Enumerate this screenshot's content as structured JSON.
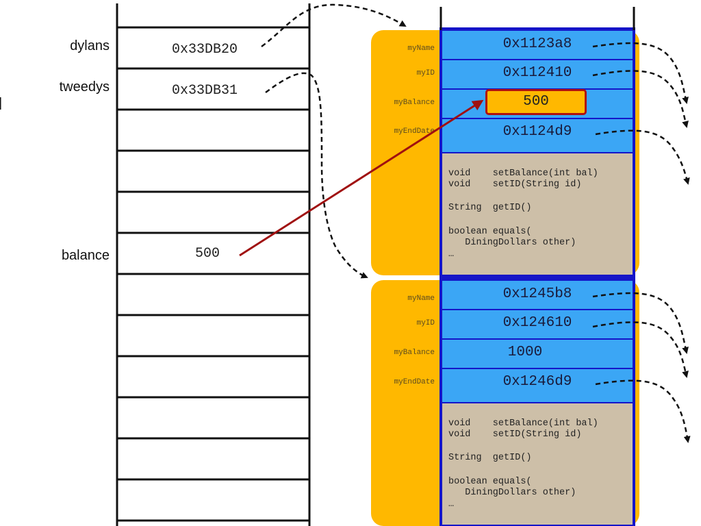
{
  "stack": {
    "labels": {
      "dylans": "dylans",
      "tweedys": "tweedys",
      "balance": "balance"
    },
    "values": {
      "dylans": "0x33DB20",
      "tweedys": "0x33DB31",
      "balance": "500"
    }
  },
  "objects": [
    {
      "fields": [
        {
          "name": "myName",
          "value": "0x1123a8"
        },
        {
          "name": "myID",
          "value": "0x112410"
        },
        {
          "name": "myBalance",
          "value": "500"
        },
        {
          "name": "myEndDate",
          "value": "0x1124d9"
        }
      ],
      "methods": {
        "l1": "void    setBalance(int bal)",
        "l2": "void    setID(String id)",
        "l3": "String  getID()",
        "l4": "boolean equals(",
        "l5": "   DiningDollars other)",
        "l6": "…"
      }
    },
    {
      "fields": [
        {
          "name": "myName",
          "value": "0x1245b8"
        },
        {
          "name": "myID",
          "value": "0x124610"
        },
        {
          "name": "myBalance",
          "value": "1000"
        },
        {
          "name": "myEndDate",
          "value": "0x1246d9"
        }
      ],
      "methods": {
        "l1": "void    setBalance(int bal)",
        "l2": "void    setID(String id)",
        "l3": "String  getID()",
        "l4": "boolean equals(",
        "l5": "   DiningDollars other)",
        "l6": "…"
      }
    }
  ],
  "colors": {
    "object_bg": "#ffb800",
    "field_fill": "#3ba6f5",
    "field_border": "#1515c8",
    "method_bg": "#cdbfa8",
    "arrow_red": "#a01010",
    "arrow_black": "#111111"
  }
}
